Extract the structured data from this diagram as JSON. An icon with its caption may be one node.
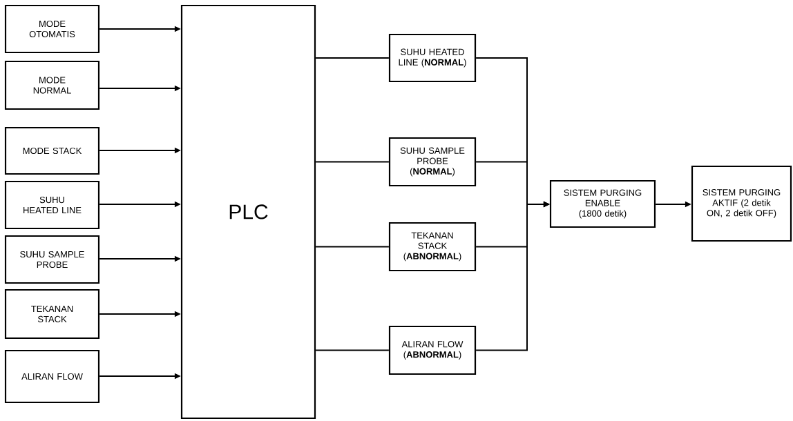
{
  "diagram": {
    "nodes": [
      {
        "text": [
          "MODE OTOMATIS"
        ]
      },
      {
        "text": [
          "MODE NORMAL"
        ]
      },
      {
        "text": [
          "MODE STACK"
        ]
      },
      {
        "text": [
          "SUHU HEATED LINE"
        ]
      },
      {
        "text": [
          "SUHU SAMPLE PROBE"
        ]
      },
      {
        "text": [
          "TEKANAN STACK"
        ]
      },
      {
        "text": [
          "ALIRAN FLOW"
        ]
      },
      {
        "text": [
          "PLC"
        ]
      },
      {
        "text": [
          "SUHU HEATED LINE (**NORMAL**)"
        ]
      },
      {
        "text": [
          "SUHU SAMPLE PROBE (**NORMAL**)"
        ]
      },
      {
        "text": [
          "TEKANAN STACK (**ABNORMAL**)"
        ]
      },
      {
        "text": [
          "ALIRAN FLOW (**ABNORMAL**)"
        ]
      },
      {
        "text": [
          "SISTEM PURGING ENABLE (1800 detik)"
        ]
      },
      {
        "text": [
          "SISTEM PURGING AKTIF (2 detik ON, 2 detik OFF)"
        ]
      }
    ],
    "edges": [
      {
        "from": 0,
        "to": 7,
        "arrow": "to"
      },
      {
        "from": 1,
        "to": 7,
        "arrow": "to"
      },
      {
        "from": 2,
        "to": 7,
        "arrow": "to"
      },
      {
        "from": 3,
        "to": 7,
        "arrow": "to"
      },
      {
        "from": 4,
        "to": 7,
        "arrow": "to"
      },
      {
        "from": 5,
        "to": 7,
        "arrow": "to"
      },
      {
        "from": 6,
        "to": 7,
        "arrow": "to"
      },
      {
        "from": 7,
        "to": 8,
        "arrow": "none"
      },
      {
        "from": 7,
        "to": 9,
        "arrow": "none"
      },
      {
        "from": 7,
        "to": 10,
        "arrow": "none"
      },
      {
        "from": 7,
        "to": 11,
        "arrow": "none"
      },
      {
        "from": 8,
        "to": 12,
        "arrow": "to"
      },
      {
        "from": 9,
        "to": 12,
        "arrow": "to"
      },
      {
        "from": 10,
        "to": 12,
        "arrow": "to"
      },
      {
        "from": 11,
        "to": 12,
        "arrow": "to"
      },
      {
        "from": 12,
        "to": 13,
        "arrow": "to"
      }
    ]
  }
}
